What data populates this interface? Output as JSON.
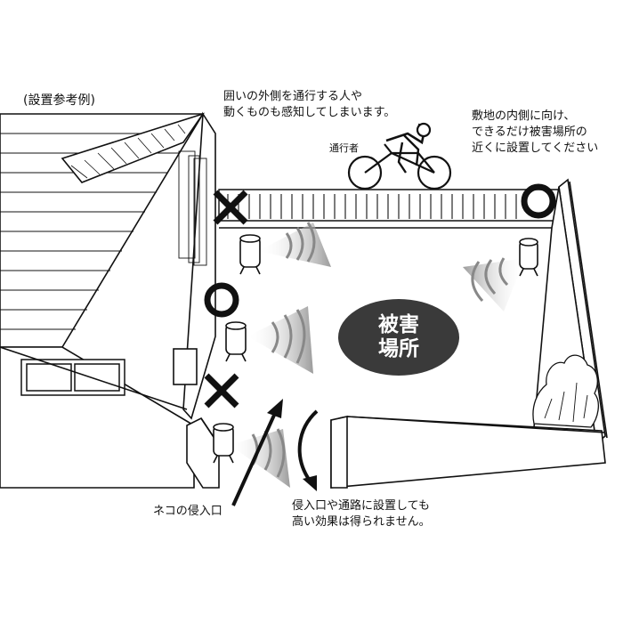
{
  "labels": {
    "title": "(設置参考例)",
    "top_warning": "囲いの外側を通行する人や\n動くものも感知してしまいます。",
    "passerby": "通行者",
    "right_advice": "敷地の内側に向け、\nできるだけ被害場所の\n近くに設置してください",
    "damage_area": "被害\n場所",
    "cat_entry": "ネコの侵入口",
    "bottom_warning": "侵入口や通路に設置しても\n高い効果は得られません。"
  },
  "markers": {
    "ok": "circle-mark",
    "ng": "cross-mark"
  },
  "colors": {
    "ink": "#111111",
    "damage_fill": "#3a3a3a",
    "sensor_beam": "#9a9a9a",
    "house_roof": "#ffffff"
  }
}
